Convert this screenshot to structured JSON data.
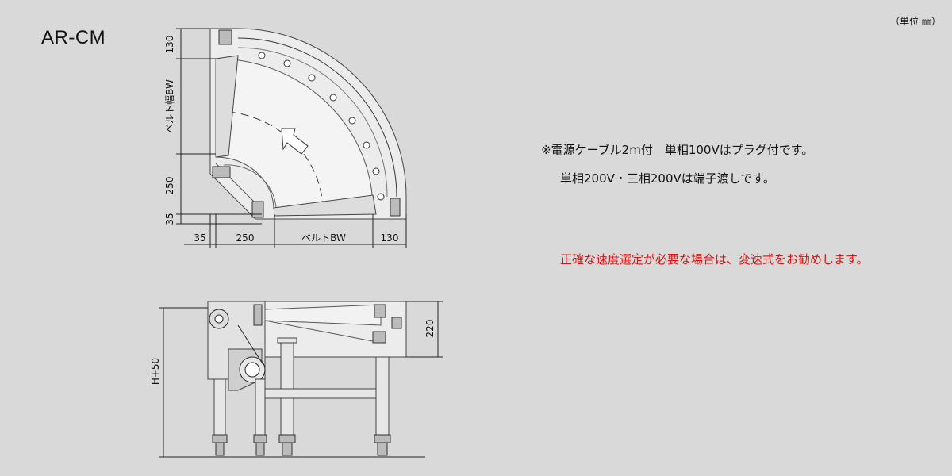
{
  "model": "AR-CM",
  "unit": "（単位 ㎜）",
  "notes": {
    "line1": "※電源ケーブル2m付　単相100Vはプラグ付です。",
    "line2": "単相200V・三相200Vは端子渡しです。",
    "warning": "正確な速度選定が必要な場合は、変速式をお勧めします。"
  },
  "dimensions": {
    "top_130": "130",
    "belt_width_vertical": "ベルト幅BW",
    "left_250": "250",
    "left_35": "35",
    "bottom_35": "35",
    "bottom_250": "250",
    "bottom_bw": "ベルトBW",
    "bottom_130": "130",
    "height_h50": "H+50",
    "height_220": "220"
  }
}
